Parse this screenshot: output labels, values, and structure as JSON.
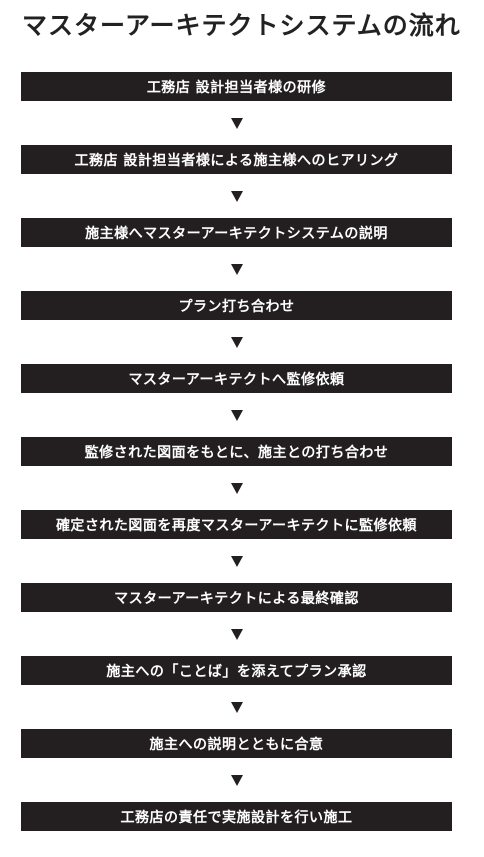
{
  "title": "マスターアーキテクトシステムの流れ",
  "steps": [
    {
      "label": "工務店 設計担当者様の研修"
    },
    {
      "label": "工務店 設計担当者様による施主様へのヒアリング"
    },
    {
      "label": "施主様へマスターアーキテクトシステムの説明"
    },
    {
      "label": "プラン打ち合わせ"
    },
    {
      "label": "マスターアーキテクトへ監修依頼"
    },
    {
      "label": "監修された図面をもとに、施主との打ち合わせ"
    },
    {
      "label": "確定された図面を再度マスターアーキテクトに監修依頼"
    },
    {
      "label": "マスターアーキテクトによる最終確認"
    },
    {
      "label": "施主への「ことば」を添えてプラン承認"
    },
    {
      "label": "施主への説明とともに合意"
    },
    {
      "label": "工務店の責任で実施設計を行い施工"
    }
  ],
  "arrow_icon": "down-triangle-icon",
  "colors": {
    "box_fill": "#231f20",
    "box_text": "#ffffff",
    "title_text": "#222222"
  }
}
